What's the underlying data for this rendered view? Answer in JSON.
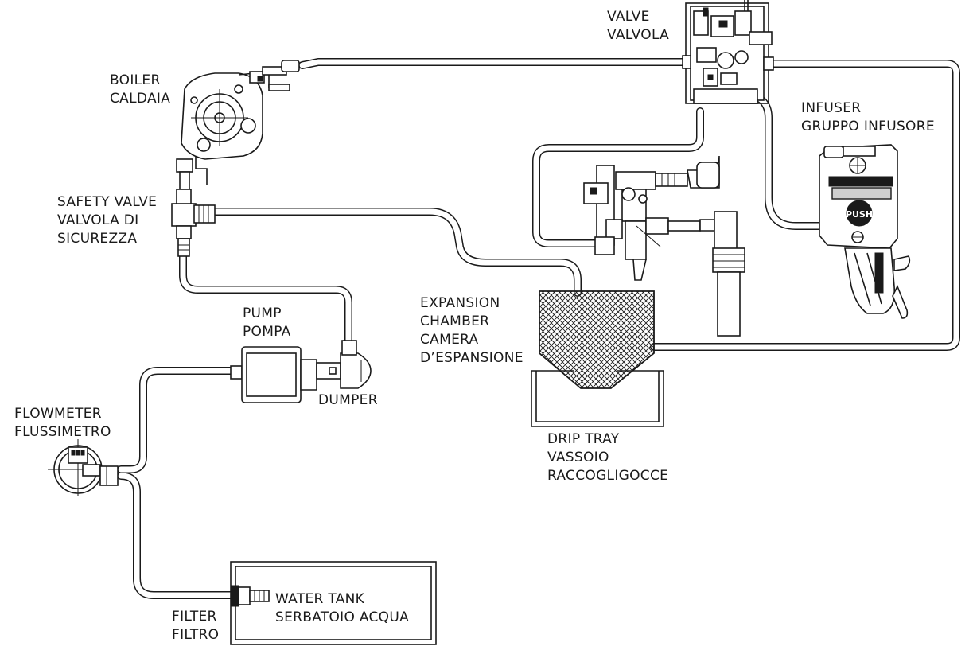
{
  "labels": {
    "valve": [
      "VALVE",
      "VALVOLA"
    ],
    "boiler": [
      "BOILER",
      "CALDAIA"
    ],
    "infuser": [
      "INFUSER",
      "GRUPPO INFUSORE"
    ],
    "safety_valve": [
      "SAFETY VALVE",
      "VALVOLA DI",
      "SICUREZZA"
    ],
    "expansion_chamber": [
      "EXPANSION",
      "CHAMBER",
      "CAMERA",
      "D’ESPANSIONE"
    ],
    "pump": [
      "PUMP",
      "POMPA"
    ],
    "dumper": [
      "DUMPER"
    ],
    "flowmeter": [
      "FLOWMETER",
      "FLUSSIMETRO"
    ],
    "drip_tray": [
      "DRIP TRAY",
      "VASSOIO",
      "RACCOGLIGOCCE"
    ],
    "water_tank": [
      "WATER TANK",
      "SERBATOIO ACQUA"
    ],
    "filter": [
      "FILTER",
      "FILTRO"
    ]
  },
  "infuser_badge": "PUSH"
}
